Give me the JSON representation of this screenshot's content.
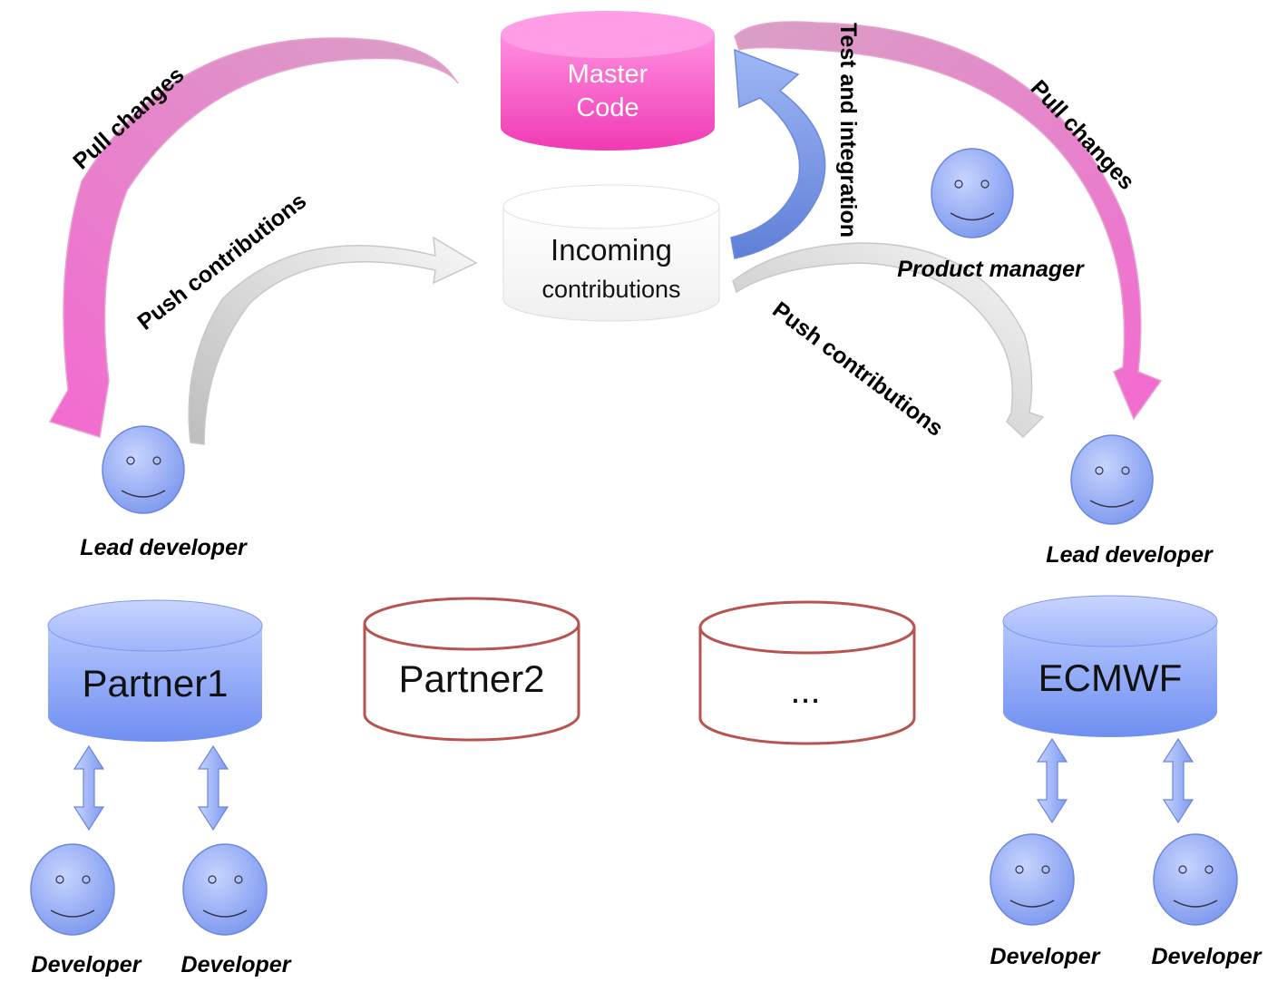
{
  "labels": {
    "pull_changes_left": "Pull changes",
    "push_contributions_left": "Push contributions",
    "test_and_integration": "Test and integration",
    "pull_changes_right": "Pull changes",
    "push_contributions_right": "Push contributions",
    "product_manager": "Product manager",
    "lead_developer_left": "Lead developer",
    "lead_developer_right": "Lead developer",
    "developer_1": "Developer",
    "developer_2": "Developer",
    "developer_3": "Developer",
    "developer_4": "Developer"
  },
  "repositories": {
    "master_line1": "Master",
    "master_line2": "Code",
    "incoming_line1": "Incoming",
    "incoming_line2": "contributions",
    "partner1": "Partner1",
    "partner2": "Partner2",
    "ellipsis": "...",
    "ecmwf": "ECMWF"
  },
  "colors": {
    "master_fill": "#ff66cc",
    "pull_arrow": "#f48fd8",
    "push_arrow": "#d9d9d9",
    "test_arrow": "#7b98e6",
    "blue_cylinder": "#8aa6f4",
    "outline_red": "#b85450",
    "face_fill": "#9db2f7"
  }
}
